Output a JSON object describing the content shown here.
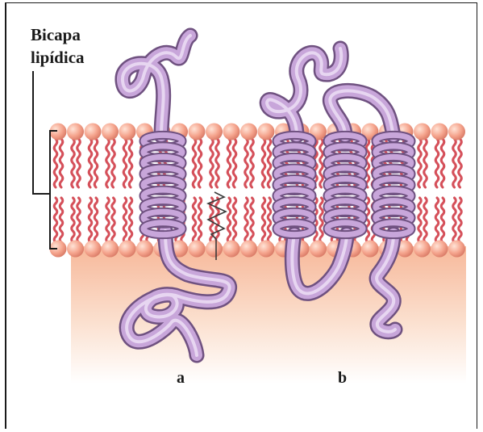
{
  "labels": {
    "bilayer_line1": "Bicapa",
    "bilayer_line2": "lipídica",
    "protein_a": "a",
    "protein_b": "b"
  },
  "colors": {
    "lipid_head": "#f2a58f",
    "lipid_tail": "#d5505a",
    "protein_fill": "#c8a6da",
    "protein_outline": "#6f5180",
    "cytoplasm": "#f9cbb0"
  },
  "structure": {
    "protein_a_helices": 1,
    "protein_b_helices": 3,
    "anchor": "lipid anchor attached to protein a"
  }
}
